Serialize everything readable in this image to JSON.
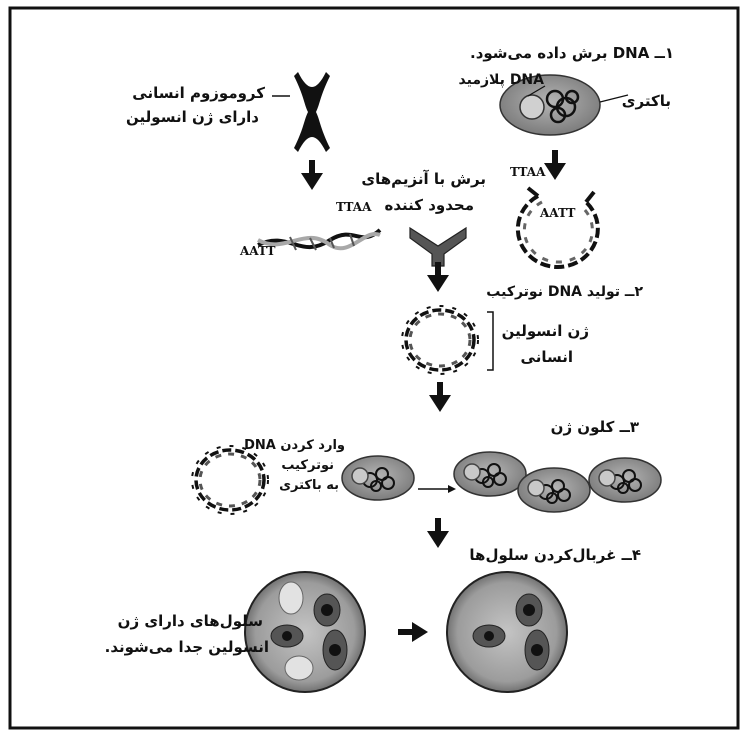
{
  "steps": {
    "step1": "۱ــ DNA برش داده می‌شود.",
    "step2": "۲ــ تولید DNA نوترکیب",
    "step3": "۳ــ کلون ژن",
    "step4": "۴ــ غربال‌کردن سلول‌ها"
  },
  "labels": {
    "chromosome_line1": "کروموزوم انسانی",
    "chromosome_line2": "دارای ژن انسولین",
    "plasmid_dna": "DNA پلازمید",
    "bacterium": "باکتری",
    "enzyme_line1": "برش با آنزیم‌های",
    "enzyme_line2": "محدود کننده",
    "ttaa_left": "TTAA",
    "aatt_left": "AATT",
    "ttaa_right": "TTAA",
    "aatt_right": "AATT",
    "insulin_gene_line1": "ژن انسولین",
    "insulin_gene_line2": "انسانی",
    "insert_line1": "وارد کردن DNA",
    "insert_line2": "نوترکیب",
    "insert_line3": "به باکتری",
    "cells_line1": "سلول‌های دارای ژن",
    "cells_line2": "انسولین جدا می‌شوند."
  },
  "colors": {
    "frame": "#111111",
    "bacterium_fill": "#8e8e8e",
    "dish_fill": "#9a9a9a",
    "arrow": "#111111",
    "dna_gray": "#a8a8a8"
  }
}
